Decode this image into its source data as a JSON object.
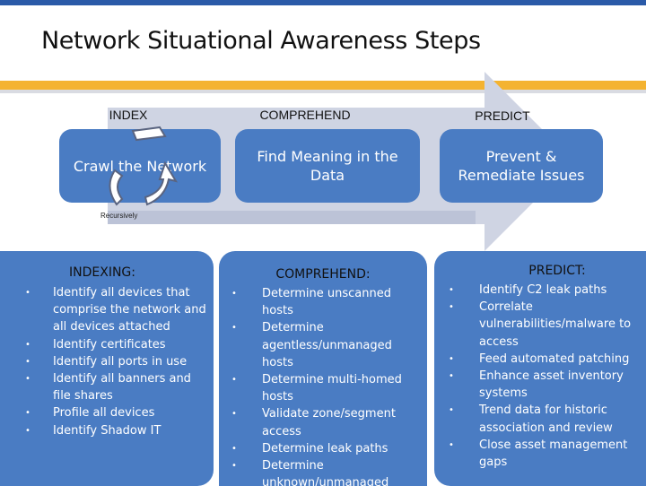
{
  "title": "Network Situational Awareness Steps",
  "colors": {
    "accent_bar": "#f4b331",
    "box_blue": "#4a7cc3",
    "top_bar": "#2a5aa8",
    "arrow_grey": "#cfd4e3"
  },
  "stages": {
    "index": {
      "header": "INDEX",
      "box": "Crawl the Network",
      "note": "Recursively"
    },
    "comprehend": {
      "header": "COMPREHEND",
      "box": "Find Meaning in the Data"
    },
    "predict": {
      "header": "PREDICT",
      "box": "Prevent & Remediate Issues"
    }
  },
  "cards": {
    "indexing": {
      "title": "INDEXING:",
      "items": [
        "Identify all devices that comprise the network and all devices attached",
        "Identify certificates",
        "Identify all ports in use",
        "Identify all banners and file shares",
        "Profile all devices",
        "Identify Shadow IT"
      ]
    },
    "comprehend": {
      "title": "COMPREHEND:",
      "items": [
        "Determine unscanned hosts",
        "Determine agentless/unmanaged hosts",
        "Determine multi-homed hosts",
        "Validate zone/segment access",
        "Determine leak paths",
        "Determine unknown/unmanaged"
      ]
    },
    "predict": {
      "title": "PREDICT:",
      "items": [
        "Identify C2 leak paths",
        "Correlate vulnerabilities/malware to access",
        "Feed automated patching",
        "Enhance asset inventory systems",
        "Trend data for historic association and review",
        "Close asset management gaps"
      ]
    }
  }
}
